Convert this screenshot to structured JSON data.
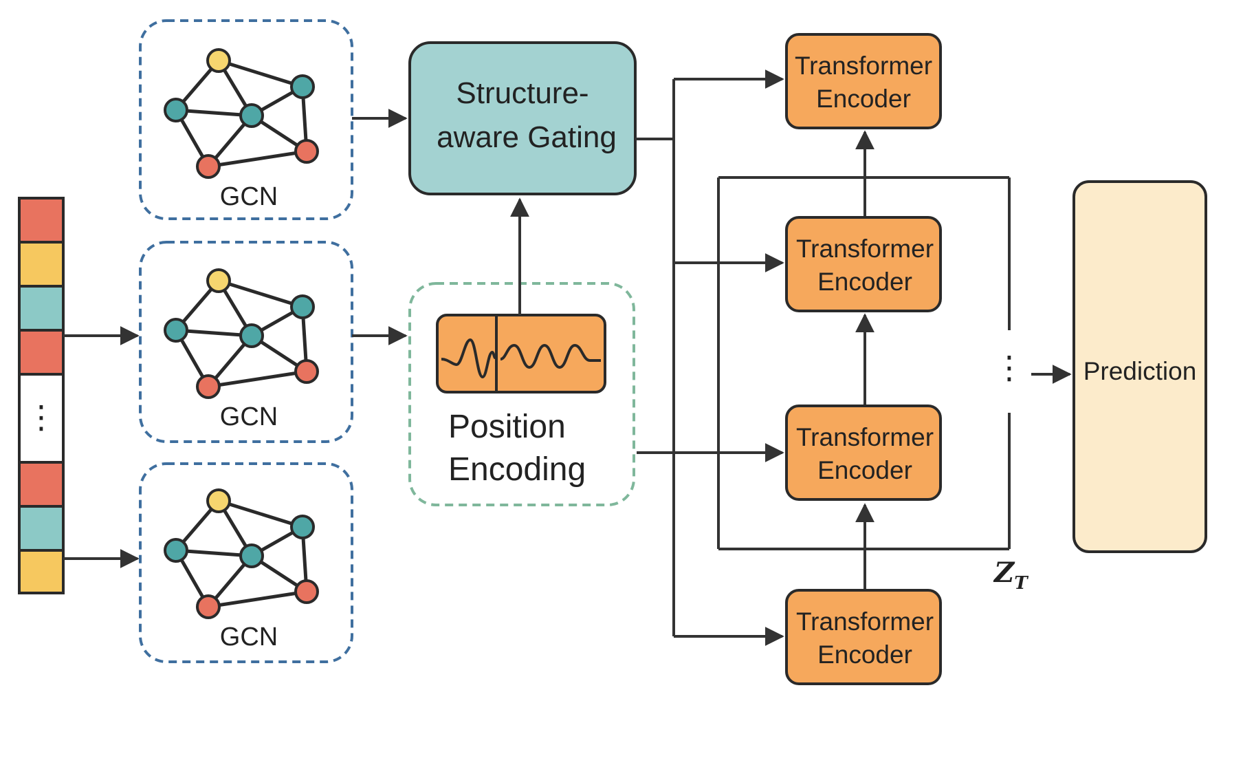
{
  "gcn_label": "GCN",
  "gating": {
    "line1": "Structure-",
    "line2": "aware Gating"
  },
  "position_encoding": {
    "line1": "Position",
    "line2": "Encoding"
  },
  "encoder": {
    "line1": "Transformer",
    "line2": "Encoder"
  },
  "prediction": "Prediction",
  "ellipsis": "⋮",
  "zt_label": {
    "main": "Z",
    "sub": "T"
  },
  "colors": {
    "red": "#E8735F",
    "yellow": "#F6C85F",
    "teal": "#8CC9C6",
    "node_teal": "#4FA7A6",
    "node_yellow": "#F6D66F",
    "gating_fill": "#A3D2D1",
    "encoder_fill": "#F6A85C",
    "prediction_fill": "#FCEBCB",
    "gcn_border": "#3F6F9F",
    "pe_border": "#7FB79B",
    "line": "#333333"
  },
  "strip_sequence": [
    "red",
    "yellow",
    "teal",
    "red",
    "ellipsis",
    "red",
    "teal",
    "yellow"
  ]
}
